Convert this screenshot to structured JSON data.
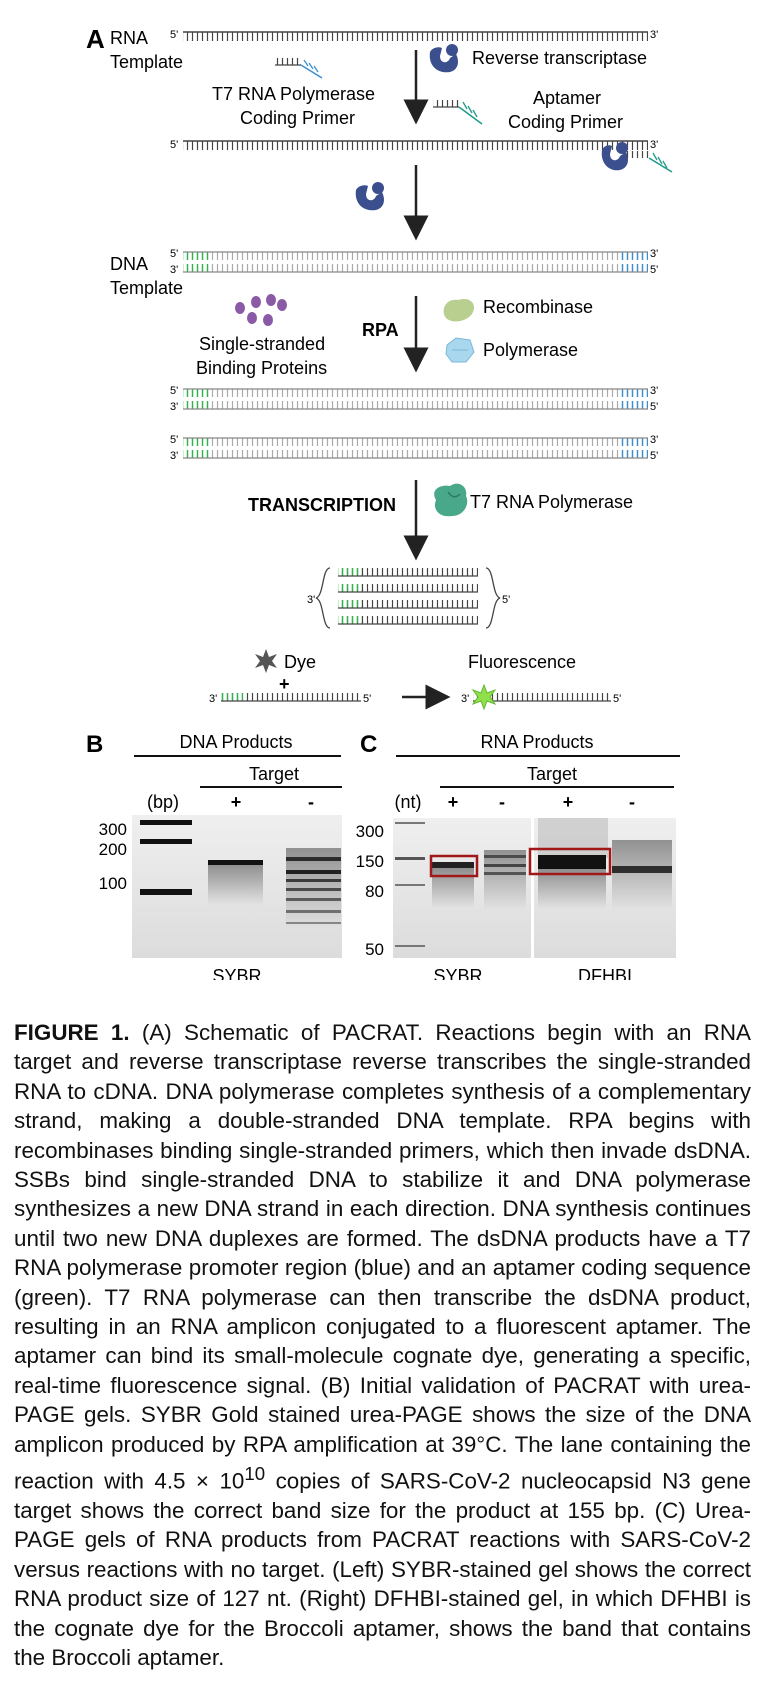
{
  "panelA": {
    "label": "A",
    "rna_template_label": "RNA Template",
    "rt_label": "Reverse transcriptase",
    "t7_primer_label": "T7 RNA Polymerase Coding Primer",
    "aptamer_primer_label": "Aptamer Coding Primer",
    "dna_template_label": "DNA Template",
    "ssb_label": "Single-stranded Binding Proteins",
    "rpa_label": "RPA",
    "recombinase_label": "Recombinase",
    "polymerase_label": "Polymerase",
    "transcription_label": "TRANSCRIPTION",
    "t7_pol_label": "T7 RNA Polymerase",
    "dye_label": "Dye",
    "plus": "+",
    "fluorescence_label": "Fluorescence",
    "five_prime": "5'",
    "three_prime": "3'"
  },
  "panelB": {
    "label": "B",
    "title": "DNA Products",
    "target": "Target",
    "unit": "(bp)",
    "plus": "+",
    "minus": "-",
    "ladder": [
      "300",
      "200",
      "100"
    ],
    "stain": "SYBR"
  },
  "panelC": {
    "label": "C",
    "title": "RNA Products",
    "target": "Target",
    "unit": "(nt)",
    "plus": "+",
    "minus": "-",
    "ladder": [
      "300",
      "150",
      "80",
      "50"
    ],
    "stain_left": "SYBR",
    "stain_right": "DFHBI"
  },
  "caption": {
    "label": "FIGURE 1.",
    "text_1": "(A) Schematic of PACRAT. Reactions begin with an RNA target and reverse transcriptase reverse transcribes the single-stranded RNA to cDNA. DNA polymerase completes synthesis of a complementary strand, making a double-stranded DNA template. RPA begins with recombinases binding single-stranded primers, which then invade dsDNA. SSBs bind single-stranded DNA to stabilize it and DNA polymerase synthesizes a new DNA strand in each direction. DNA synthesis continues until two new DNA duplexes are formed. The dsDNA products have a T7 RNA polymerase promoter region (blue) and an aptamer coding sequence (green). T7 RNA polymerase can then transcribe the dsDNA product, resulting in an RNA amplicon conjugated to a fluorescent aptamer. The aptamer can bind its small-molecule cognate dye, generating a specific, real-time fluorescence signal. (B) Initial validation of PACRAT with urea-PAGE gels. SYBR Gold stained urea-PAGE shows the size of the DNA amplicon produced by RPA amplification at 39°C. The lane containing the reaction with 4.5 × 10",
    "superscript": "10",
    "text_2": " copies of SARS-CoV-2 nucleocapsid N3 gene target shows the correct band size for the product at 155 bp. (C) Urea-PAGE gels of RNA products from PACRAT reactions with SARS-CoV-2 versus reactions with no target. (Left) SYBR-stained gel shows the correct RNA product size of 127 nt. (Right) DFHBI-stained gel, in which DFHBI is the cognate dye for the Broccoli aptamer, shows the band that contains the Broccoli aptamer."
  },
  "colors": {
    "strand": "#444444",
    "template_strand": "#bdbdbd",
    "t7_blue": "#3b8fd0",
    "aptamer_green": "#2fb34a",
    "primer_teal": "#1f9a8a",
    "enzyme_navy": "#3b4f8f",
    "ssb_purple": "#8a5aa6",
    "recombinase": "#b9cf8f",
    "polymerase": "#a9d7ee",
    "t7_pol": "#4aa88a",
    "gel_bg": "#e6e6e6",
    "band": "#111111",
    "highlight": "#a01818"
  }
}
